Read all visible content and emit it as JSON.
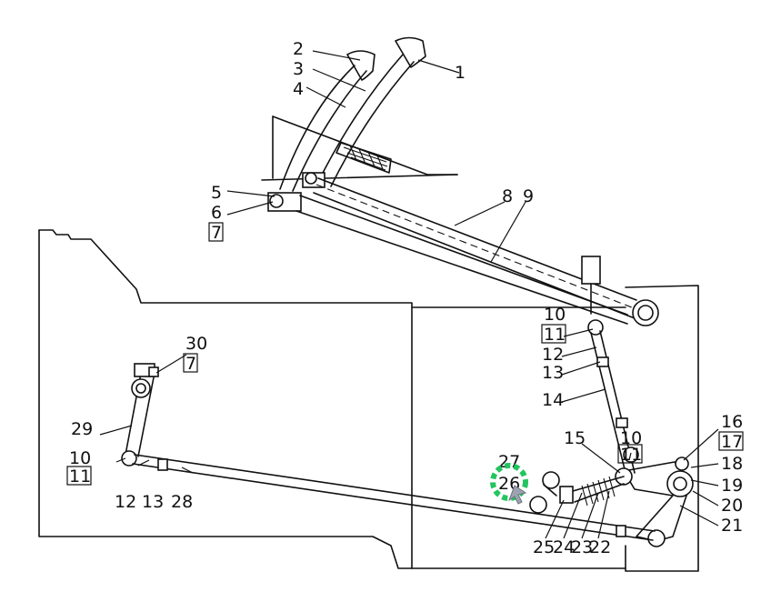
{
  "labels": [
    {
      "id": "1",
      "text": "1"
    },
    {
      "id": "2",
      "text": "2"
    },
    {
      "id": "3",
      "text": "3"
    },
    {
      "id": "4",
      "text": "4"
    },
    {
      "id": "5",
      "text": "5"
    },
    {
      "id": "6",
      "text": "6"
    },
    {
      "id": "7a",
      "text": "7",
      "boxed": true
    },
    {
      "id": "8",
      "text": "8"
    },
    {
      "id": "9",
      "text": "9"
    },
    {
      "id": "10a",
      "text": "10"
    },
    {
      "id": "11a",
      "text": "11",
      "boxed": true
    },
    {
      "id": "12a",
      "text": "12"
    },
    {
      "id": "13a",
      "text": "13"
    },
    {
      "id": "14",
      "text": "14"
    },
    {
      "id": "15",
      "text": "15"
    },
    {
      "id": "10b",
      "text": "10"
    },
    {
      "id": "11b",
      "text": "11",
      "boxed": true
    },
    {
      "id": "16",
      "text": "16"
    },
    {
      "id": "17",
      "text": "17",
      "boxed": true
    },
    {
      "id": "18",
      "text": "18"
    },
    {
      "id": "19",
      "text": "19"
    },
    {
      "id": "20",
      "text": "20"
    },
    {
      "id": "21",
      "text": "21"
    },
    {
      "id": "22",
      "text": "22"
    },
    {
      "id": "23",
      "text": "23"
    },
    {
      "id": "24",
      "text": "24"
    },
    {
      "id": "25",
      "text": "25"
    },
    {
      "id": "26",
      "text": "26"
    },
    {
      "id": "27",
      "text": "27"
    },
    {
      "id": "28",
      "text": "28"
    },
    {
      "id": "29",
      "text": "29"
    },
    {
      "id": "30",
      "text": "30"
    },
    {
      "id": "7b",
      "text": "7",
      "boxed": true
    },
    {
      "id": "10c",
      "text": "10"
    },
    {
      "id": "11c",
      "text": "11",
      "boxed": true
    },
    {
      "id": "12b",
      "text": "12"
    },
    {
      "id": "13b",
      "text": "13"
    }
  ],
  "cursor": {
    "icon": "loading-cursor-icon",
    "colors": {
      "primary": "#22c55e",
      "secondary": "#9ca3af"
    }
  }
}
